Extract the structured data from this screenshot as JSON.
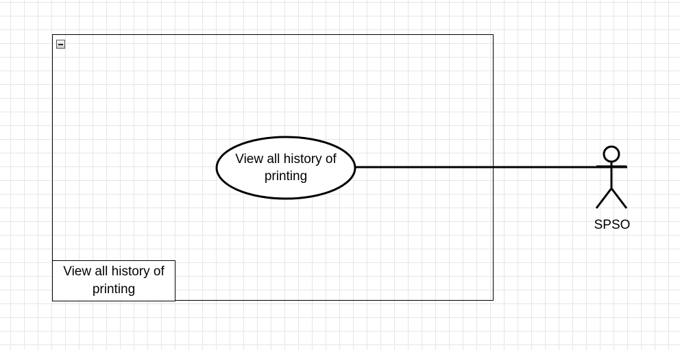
{
  "diagram": {
    "type": "use-case",
    "boundary": {
      "label": "View all history of printing"
    },
    "use_case": {
      "label": "View all history of printing"
    },
    "actor": {
      "label": "SPSO"
    },
    "association": {
      "from": "SPSO",
      "to": "View all history of printing"
    }
  }
}
